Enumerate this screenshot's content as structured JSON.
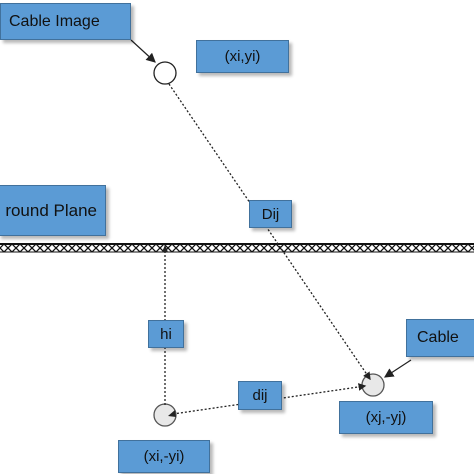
{
  "labels": {
    "cable_image": "Cable Image",
    "image_coords": "(xi,yi)",
    "ground_plane": "round Plane",
    "dij_upper": "Dij",
    "hi": "hi",
    "dij_lower": "dij",
    "cable": "Cable",
    "cable_j_coords": "(xj,-yj)",
    "cable_i_coords": "(xi,-yi)"
  },
  "colors": {
    "label_fill": "#5b9bd5",
    "label_border": "#41719c",
    "line": "#222222"
  }
}
